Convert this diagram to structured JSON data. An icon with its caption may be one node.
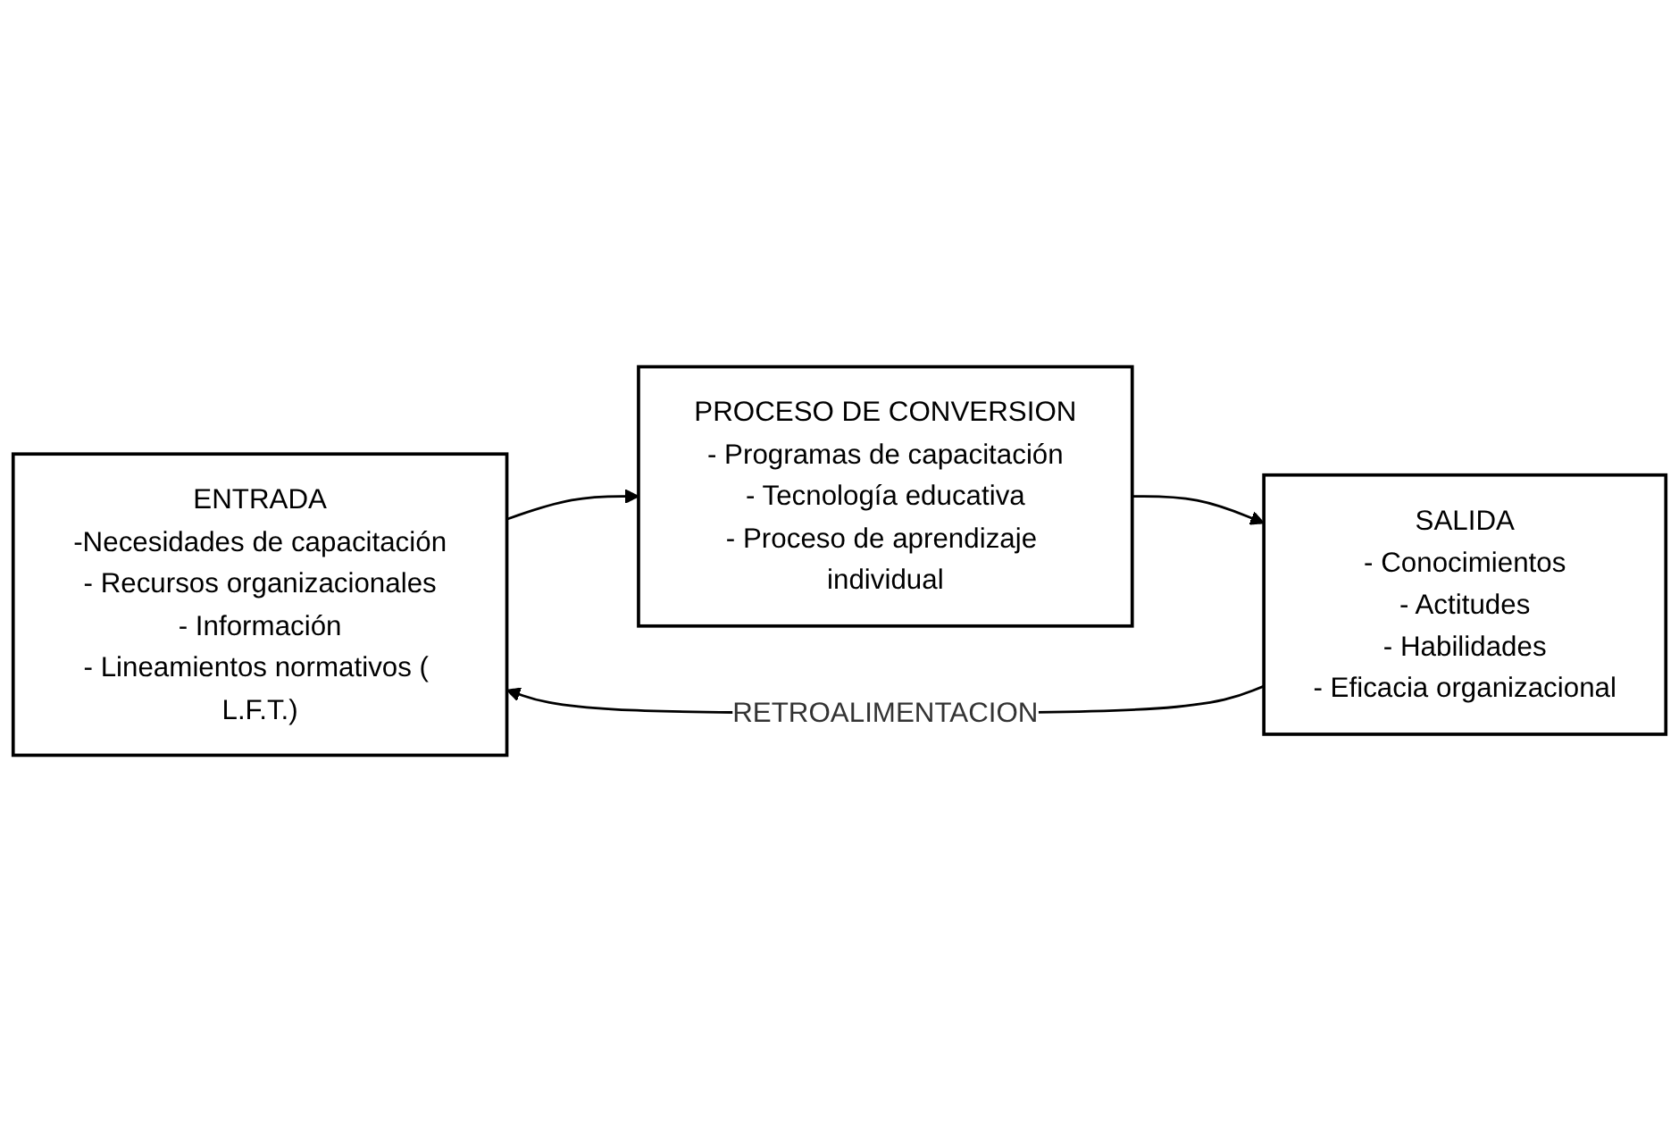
{
  "diagram": {
    "nodes": [
      {
        "text": [
          "ENTRADA",
          "-Necesidades de capacitación",
          "- Recursos organizacionales",
          "- Información",
          "- Lineamientos normativos ( L.F.T.)"
        ]
      },
      {
        "text": [
          "PROCESO DE CONVERSION",
          "- Programas de capacitación",
          "- Tecnología educativa",
          "- Proceso de aprendizaje individual"
        ]
      },
      {
        "text": [
          "SALIDA",
          "- Conocimientos",
          "- Actitudes",
          "- Habilidades",
          "- Eficacia organizacional"
        ]
      }
    ],
    "edges": [
      {
        "from": 0,
        "to": 1,
        "arrow": "to"
      },
      {
        "from": 1,
        "to": 2,
        "arrow": "to"
      },
      {
        "from": 2,
        "to": 0,
        "arrow": "to",
        "label": "RETROALIMENTACION"
      }
    ]
  }
}
